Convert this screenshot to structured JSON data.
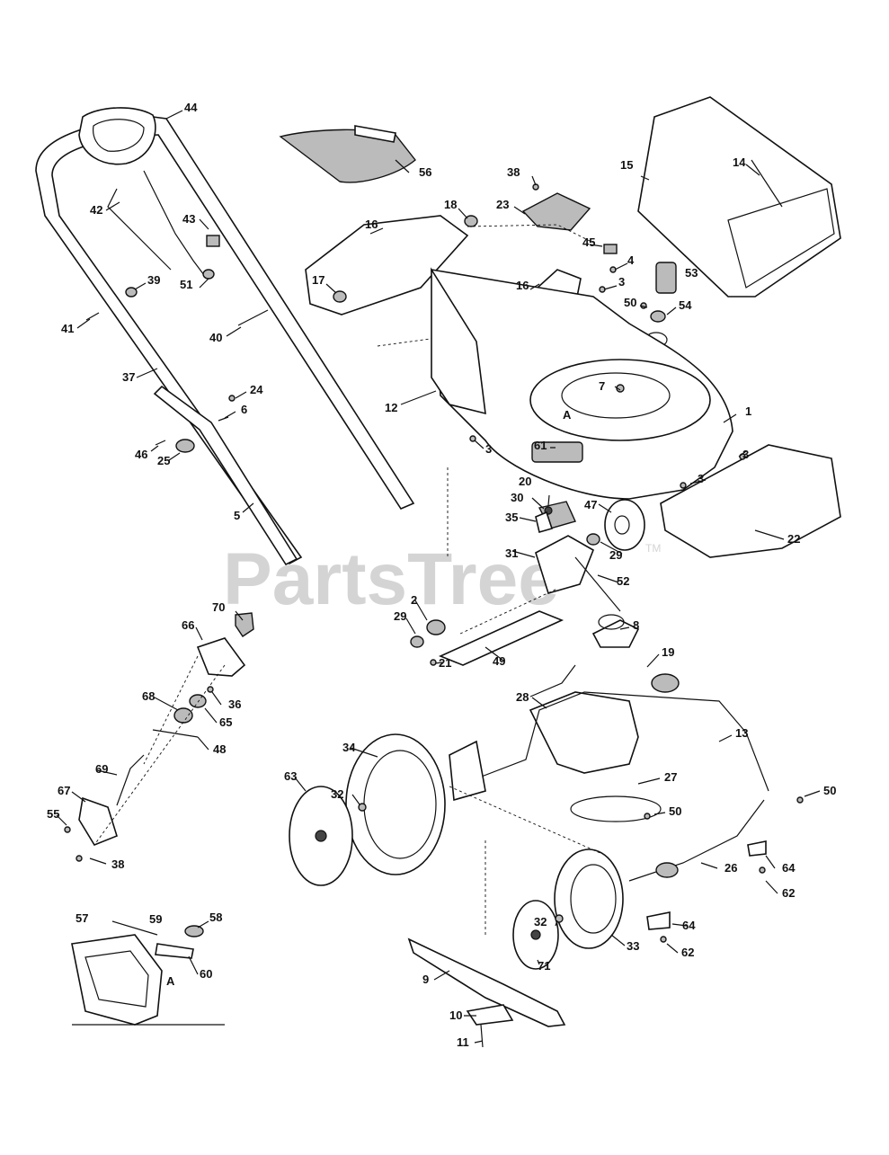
{
  "watermark": {
    "text": "PartsTree",
    "trademark": "TM"
  },
  "callouts": [
    {
      "id": "44",
      "text": "44"
    },
    {
      "id": "56",
      "text": "56"
    },
    {
      "id": "15",
      "text": "15"
    },
    {
      "id": "14",
      "text": "14"
    },
    {
      "id": "42",
      "text": "42"
    },
    {
      "id": "43",
      "text": "43"
    },
    {
      "id": "38a",
      "text": "38"
    },
    {
      "id": "23",
      "text": "23"
    },
    {
      "id": "16a",
      "text": "16"
    },
    {
      "id": "18",
      "text": "18"
    },
    {
      "id": "45",
      "text": "45"
    },
    {
      "id": "4",
      "text": "4"
    },
    {
      "id": "53",
      "text": "53"
    },
    {
      "id": "51",
      "text": "51"
    },
    {
      "id": "39",
      "text": "39"
    },
    {
      "id": "17",
      "text": "17"
    },
    {
      "id": "16b",
      "text": "16"
    },
    {
      "id": "3a",
      "text": "3"
    },
    {
      "id": "50a",
      "text": "50"
    },
    {
      "id": "54",
      "text": "54"
    },
    {
      "id": "41",
      "text": "41"
    },
    {
      "id": "40",
      "text": "40"
    },
    {
      "id": "37",
      "text": "37"
    },
    {
      "id": "24",
      "text": "24"
    },
    {
      "id": "12",
      "text": "12"
    },
    {
      "id": "7",
      "text": "7"
    },
    {
      "id": "6",
      "text": "6"
    },
    {
      "id": "A1",
      "text": "A"
    },
    {
      "id": "1",
      "text": "1"
    },
    {
      "id": "46",
      "text": "46"
    },
    {
      "id": "25",
      "text": "25"
    },
    {
      "id": "3b",
      "text": "3"
    },
    {
      "id": "61",
      "text": "61"
    },
    {
      "id": "3c",
      "text": "3"
    },
    {
      "id": "3d",
      "text": "3"
    },
    {
      "id": "20",
      "text": "20"
    },
    {
      "id": "30",
      "text": "30"
    },
    {
      "id": "47",
      "text": "47"
    },
    {
      "id": "5",
      "text": "5"
    },
    {
      "id": "35",
      "text": "35"
    },
    {
      "id": "22",
      "text": "22"
    },
    {
      "id": "31",
      "text": "31"
    },
    {
      "id": "29a",
      "text": "29"
    },
    {
      "id": "52",
      "text": "52"
    },
    {
      "id": "70",
      "text": "70"
    },
    {
      "id": "66",
      "text": "66"
    },
    {
      "id": "2",
      "text": "2"
    },
    {
      "id": "29b",
      "text": "29"
    },
    {
      "id": "8",
      "text": "8"
    },
    {
      "id": "49",
      "text": "49"
    },
    {
      "id": "19",
      "text": "19"
    },
    {
      "id": "36",
      "text": "36"
    },
    {
      "id": "68",
      "text": "68"
    },
    {
      "id": "65",
      "text": "65"
    },
    {
      "id": "21",
      "text": "21"
    },
    {
      "id": "28",
      "text": "28"
    },
    {
      "id": "48",
      "text": "48"
    },
    {
      "id": "34",
      "text": "34"
    },
    {
      "id": "13",
      "text": "13"
    },
    {
      "id": "69",
      "text": "69"
    },
    {
      "id": "63",
      "text": "63"
    },
    {
      "id": "27",
      "text": "27"
    },
    {
      "id": "67",
      "text": "67"
    },
    {
      "id": "32a",
      "text": "32"
    },
    {
      "id": "50b",
      "text": "50"
    },
    {
      "id": "55",
      "text": "55"
    },
    {
      "id": "50c",
      "text": "50"
    },
    {
      "id": "38b",
      "text": "38"
    },
    {
      "id": "26",
      "text": "26"
    },
    {
      "id": "64a",
      "text": "64"
    },
    {
      "id": "62a",
      "text": "62"
    },
    {
      "id": "57",
      "text": "57"
    },
    {
      "id": "59",
      "text": "59"
    },
    {
      "id": "58",
      "text": "58"
    },
    {
      "id": "32b",
      "text": "32"
    },
    {
      "id": "64b",
      "text": "64"
    },
    {
      "id": "60",
      "text": "60"
    },
    {
      "id": "A2",
      "text": "A"
    },
    {
      "id": "33",
      "text": "33"
    },
    {
      "id": "62b",
      "text": "62"
    },
    {
      "id": "71",
      "text": "71"
    },
    {
      "id": "9",
      "text": "9"
    },
    {
      "id": "10",
      "text": "10"
    },
    {
      "id": "11",
      "text": "11"
    }
  ]
}
